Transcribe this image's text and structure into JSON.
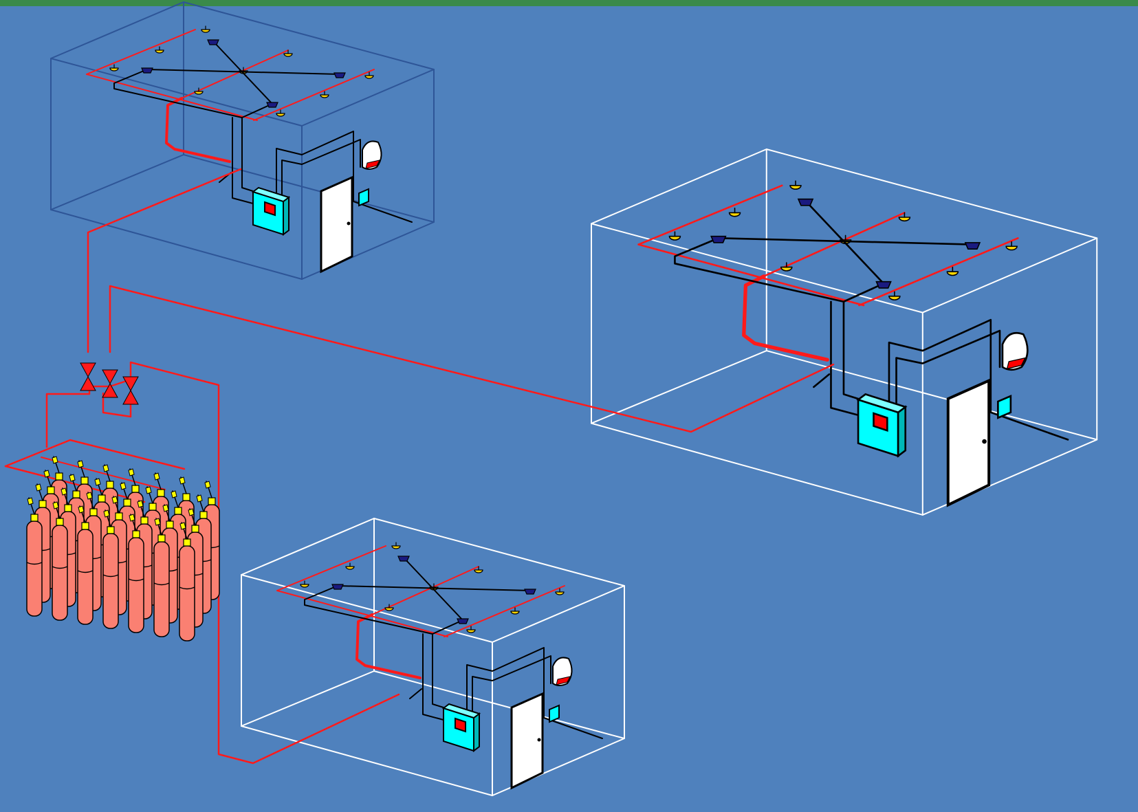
{
  "colors": {
    "background": "#4f81bd",
    "top_bar": "#3a8a4a",
    "pipe": "#ff1a1a",
    "signal_wire": "#000000",
    "room_edge_light": "#ffffff",
    "room_edge_dark": "#2e5597",
    "control_panel": "#00ffff",
    "panel_screen": "#ff0000",
    "door": "#ffffff",
    "cylinder": "#fa8072",
    "cylinder_valve": "#ffff00",
    "nozzle": "#ffd700",
    "detector": "#1a1a80"
  },
  "diagram": {
    "type": "gas-fire-suppression-system",
    "protected_rooms": 3,
    "cylinder_bank_count": 28,
    "selector_valves": 3,
    "components": [
      "room-enclosure",
      "discharge-pipe",
      "nozzle",
      "smoke-detector",
      "signal-wire",
      "control-panel",
      "manual-station",
      "door",
      "alarm-horn",
      "agent-cylinder",
      "selector-valve"
    ]
  }
}
